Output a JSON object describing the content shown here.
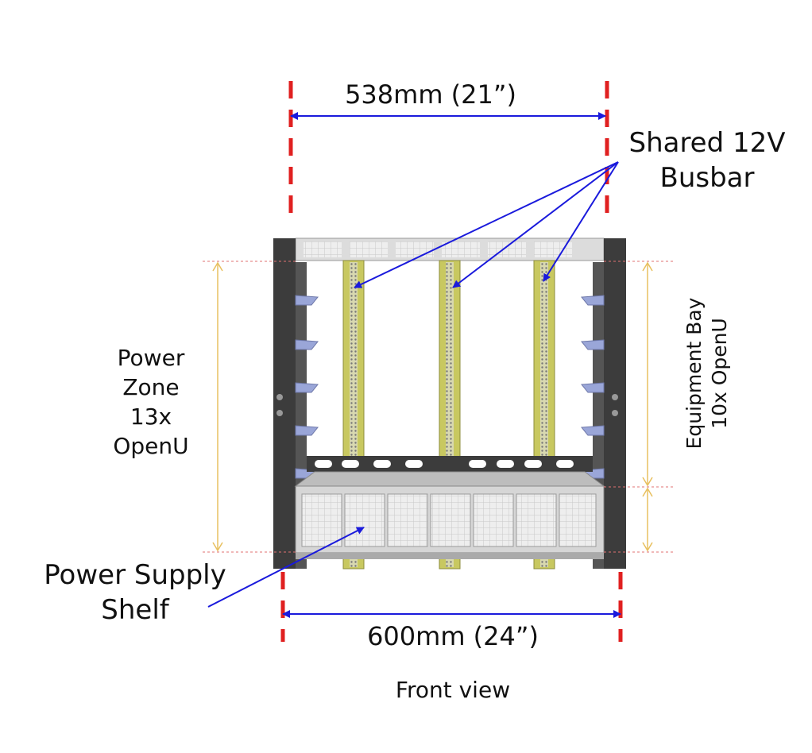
{
  "labels": {
    "top_width": "538mm (21”)",
    "bottom_width": "600mm (24”)",
    "busbar_line1": "Shared 12V",
    "busbar_line2": "Busbar",
    "power_zone_line1": "Power",
    "power_zone_line2": "Zone",
    "power_zone_line3": "13x",
    "power_zone_line4": "OpenU",
    "equipment_line1": "Equipment Bay",
    "equipment_line2": "10x OpenU",
    "psu_line1": "Power Supply",
    "psu_line2": "Shelf",
    "view": "Front view"
  },
  "colors": {
    "dimension_arrow": "#1a1adc",
    "boundary_dash": "#e02020",
    "zone_bracket": "#e8c060",
    "rack_frame": "#3c3c3c",
    "busbar": "#c8c860"
  }
}
